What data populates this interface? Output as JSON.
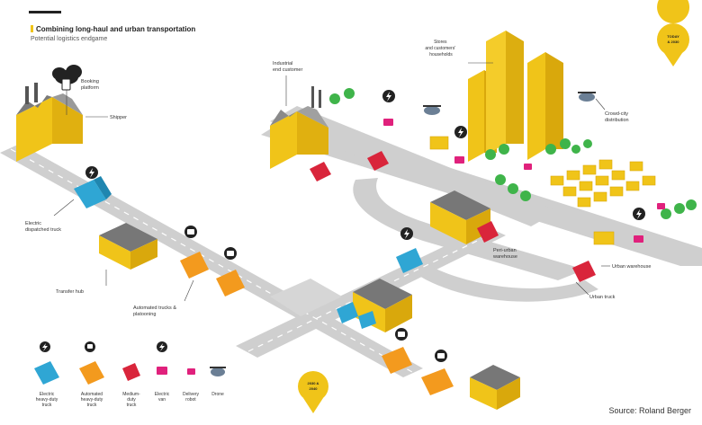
{
  "header": {
    "title": "Combining long-haul and urban transportation",
    "subtitle": "Potential logistics endgame"
  },
  "source": "Source: Roland Berger",
  "labels": {
    "booking_platform": [
      "Booking",
      "platform"
    ],
    "shipper": [
      "Shipper"
    ],
    "industrial_end_customer": [
      "Industrial",
      "end customer"
    ],
    "stores": [
      "Stores",
      "and customers'",
      "households"
    ],
    "crowd_distribution": [
      "Crowd-city",
      "distribution"
    ],
    "electric_truck": [
      "Electric",
      "dispatched truck"
    ],
    "transfer_hub": [
      "Transfer hub"
    ],
    "automated_trucks": [
      "Automated trucks &",
      "platooning"
    ],
    "peri_urban": [
      "Peri-urban",
      "warehouse"
    ],
    "urban_warehouse": [
      "Urban warehouse"
    ],
    "urban_truck": [
      "Urban truck"
    ]
  },
  "pins": {
    "top_right": [
      "TODAY",
      "& 2030"
    ],
    "bottom": [
      "2030 &",
      "2040"
    ]
  },
  "legend": [
    {
      "icon": "electric-truck-icon",
      "label": [
        "Electric",
        "heavy-duty",
        "truck"
      ]
    },
    {
      "icon": "automated-truck-icon",
      "label": [
        "Automated",
        "heavy-duty",
        "truck"
      ]
    },
    {
      "icon": "medium-truck-icon",
      "label": [
        "Medium-",
        "duty",
        "truck"
      ]
    },
    {
      "icon": "electric-van-icon",
      "label": [
        "Electric",
        "van"
      ]
    },
    {
      "icon": "delivery-robot-icon",
      "label": [
        "Delivery",
        "robot"
      ]
    },
    {
      "icon": "drone-icon",
      "label": [
        "Drone"
      ]
    }
  ],
  "colors": {
    "road": "#cfcfcf",
    "building_yellow": "#f0c419",
    "electric_truck": "#2fa6d4",
    "automated_truck": "#f39a1e",
    "medium_truck": "#d9253b",
    "van": "#e0217c",
    "tree": "#3fb44a"
  }
}
